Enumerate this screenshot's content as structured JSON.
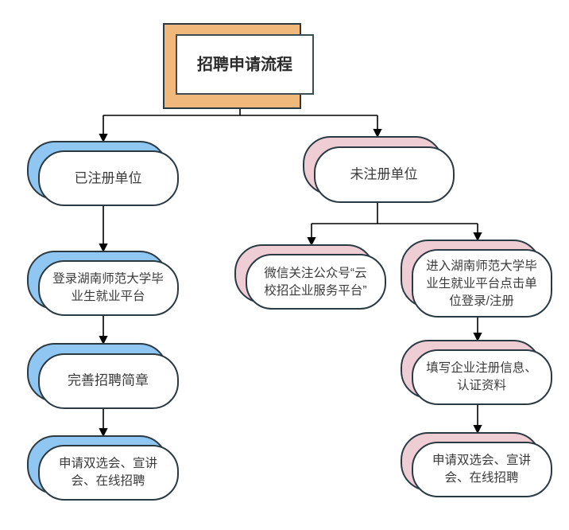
{
  "diagram": {
    "title": "招聘申请流程",
    "colors": {
      "title_shadow": "#f0b87a",
      "registered_shadow": "#8fc6f2",
      "unregistered_shadow": "#eecdd5",
      "node_border": "#2b3a42",
      "node_fill": "#ffffff",
      "connector": "#000000",
      "text": "#3b3b3b"
    },
    "nodes": {
      "title": {
        "label": "招聘申请流程"
      },
      "registered": {
        "label": "已注册单位"
      },
      "unregistered": {
        "label": "未注册单位"
      },
      "left_step_1": {
        "line1": "登录湖南师范大学毕",
        "line2": "业生就业平台"
      },
      "left_step_2": {
        "line1": "完善招聘简章"
      },
      "left_step_3": {
        "line1": "申请双选会、宣讲",
        "line2": "会、在线招聘"
      },
      "mid_step_1": {
        "line1": "微信关注公众号“云",
        "line2": "校招企业服务平台”"
      },
      "right_step_1": {
        "line1": "进入湖南师范大学毕",
        "line2": "业生就业平台点击单",
        "line3": "位登录/注册"
      },
      "right_step_2": {
        "line1": "填写企业注册信息、",
        "line2": "认证资料"
      },
      "right_step_3": {
        "line1": "申请双选会、宣讲",
        "line2": "会、在线招聘"
      }
    }
  }
}
